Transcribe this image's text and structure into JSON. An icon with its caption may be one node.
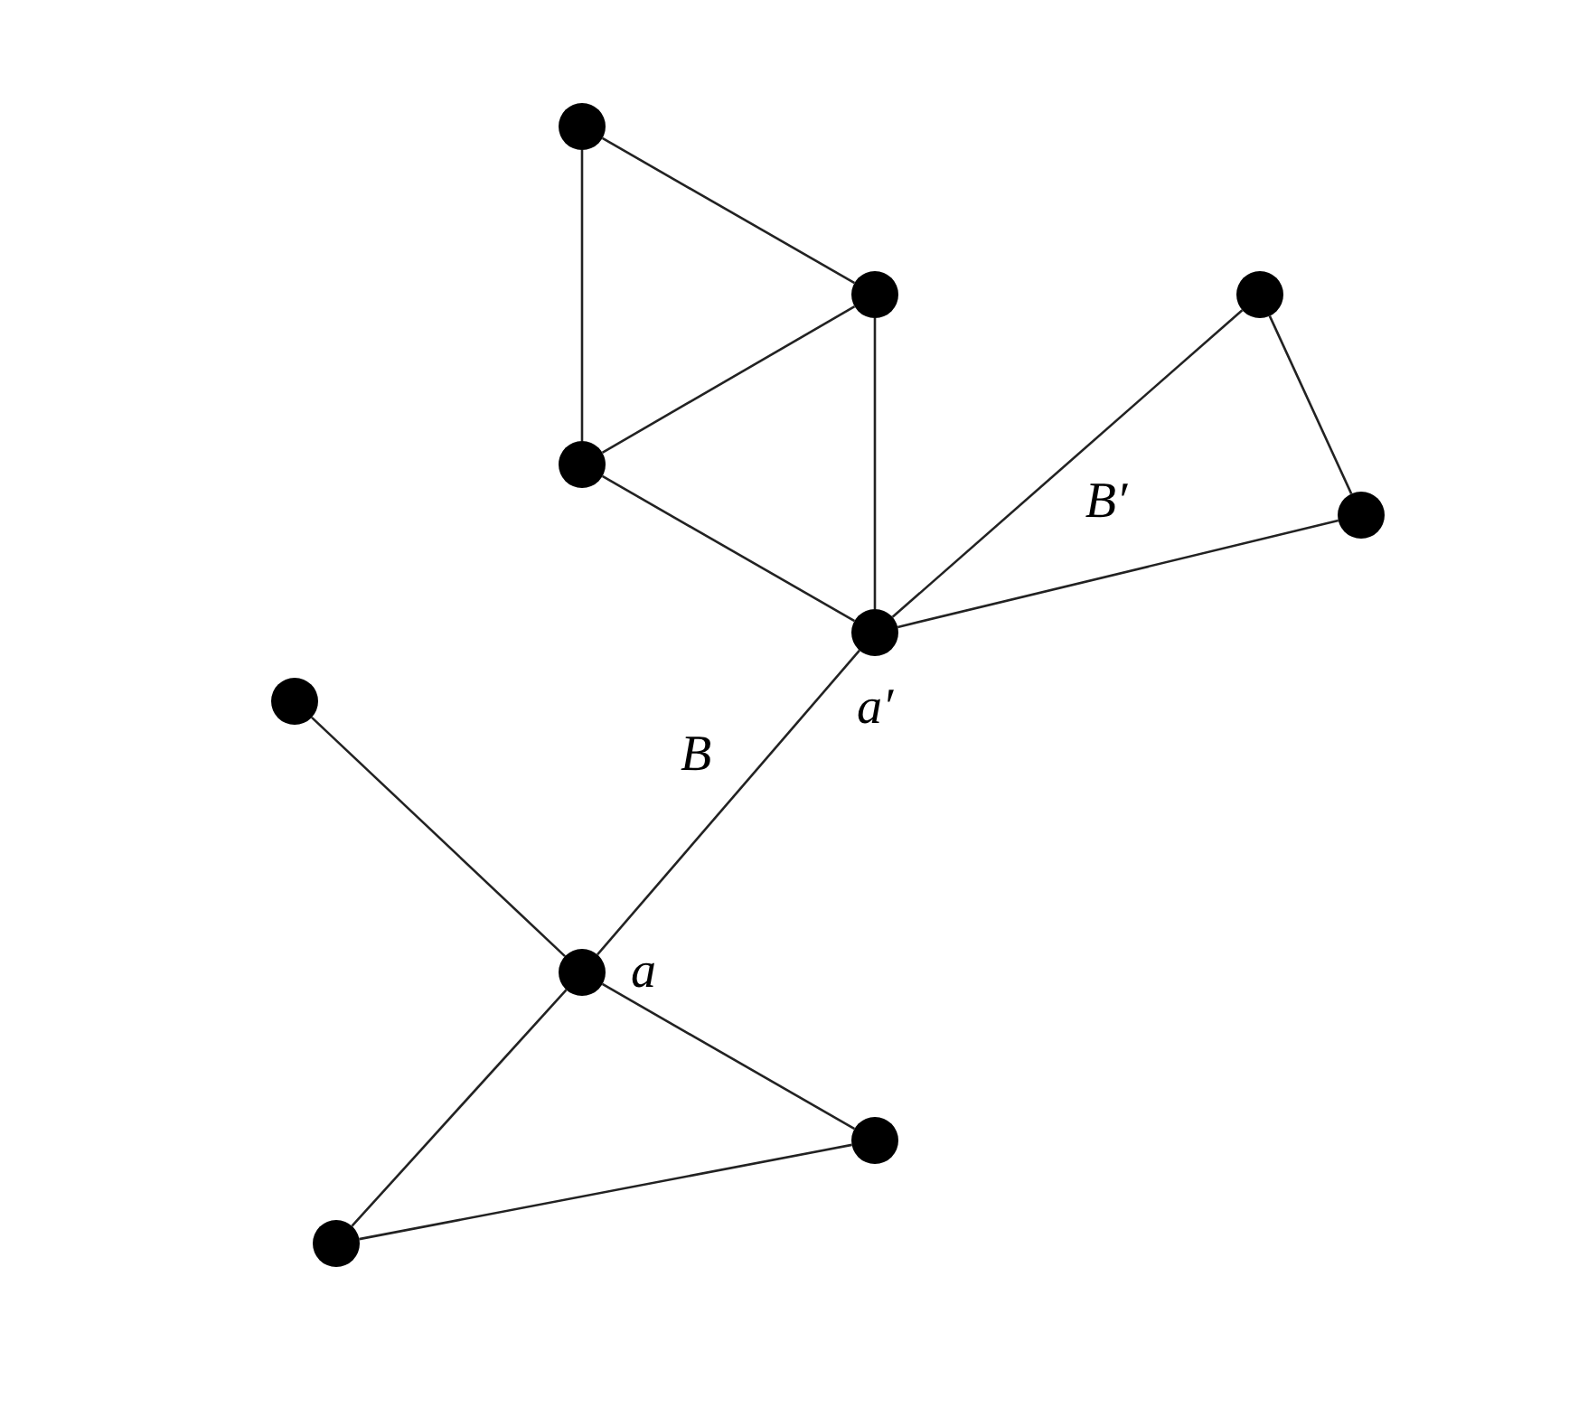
{
  "diagram": {
    "nodes": [
      {
        "text": [],
        "shape": "circle"
      },
      {
        "text": [],
        "shape": "circle"
      },
      {
        "text": [],
        "shape": "circle"
      },
      {
        "text": [],
        "shape": "circle",
        "beside": [
          "a′"
        ]
      },
      {
        "text": [],
        "shape": "circle"
      },
      {
        "text": [],
        "shape": "circle"
      },
      {
        "text": [],
        "shape": "circle"
      },
      {
        "text": [],
        "shape": "circle",
        "beside": [
          "a"
        ]
      },
      {
        "text": [],
        "shape": "circle"
      },
      {
        "text": [],
        "shape": "circle"
      }
    ],
    "edges": [
      {
        "from": 0,
        "to": 1,
        "arrow": "none"
      },
      {
        "from": 0,
        "to": 2,
        "arrow": "none"
      },
      {
        "from": 1,
        "to": 2,
        "arrow": "none"
      },
      {
        "from": 1,
        "to": 3,
        "arrow": "none"
      },
      {
        "from": 2,
        "to": 3,
        "arrow": "none"
      },
      {
        "from": 3,
        "to": 4,
        "arrow": "none"
      },
      {
        "from": 4,
        "to": 5,
        "arrow": "none"
      },
      {
        "from": 3,
        "to": 5,
        "arrow": "none"
      },
      {
        "from": 3,
        "to": 7,
        "arrow": "none",
        "label": "B"
      },
      {
        "from": 6,
        "to": 7,
        "arrow": "none"
      },
      {
        "from": 7,
        "to": 8,
        "arrow": "none"
      },
      {
        "from": 7,
        "to": 9,
        "arrow": "none"
      },
      {
        "from": 8,
        "to": 9,
        "arrow": "none"
      }
    ],
    "labels": [
      "B′"
    ]
  }
}
